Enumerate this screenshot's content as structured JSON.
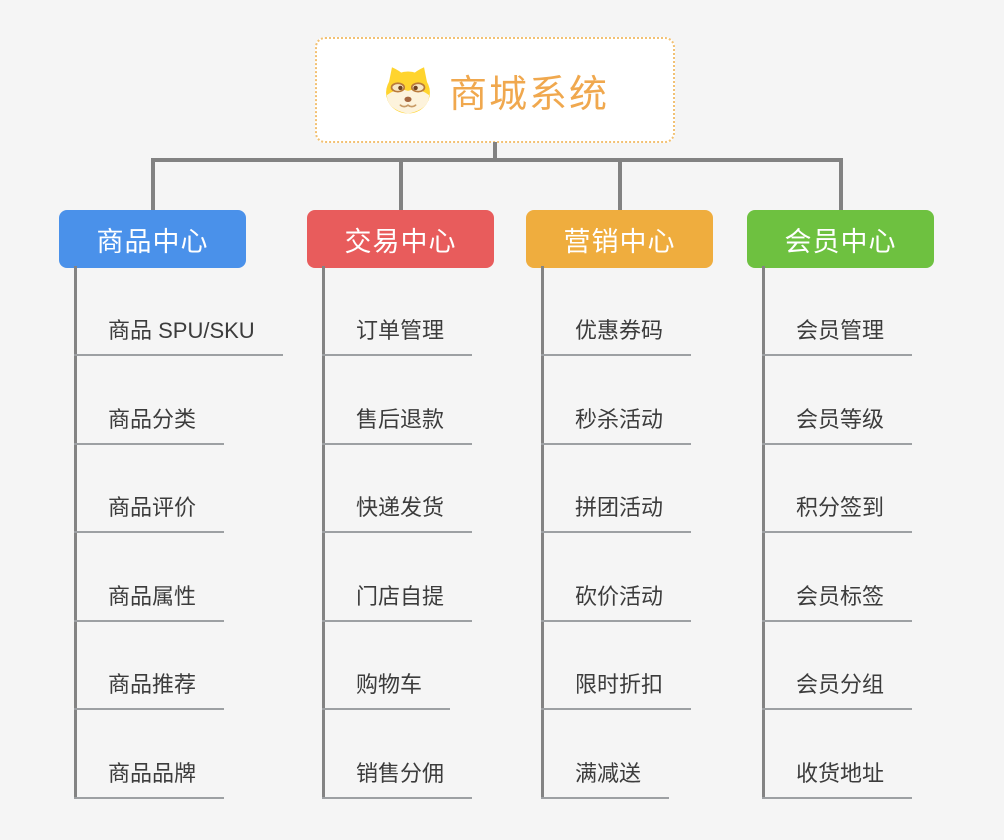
{
  "root": {
    "title": "商城系统",
    "icon": "doge-icon"
  },
  "branches": [
    {
      "id": "product-center",
      "label": "商品中心",
      "color": "#4a91ea",
      "items": [
        "商品 SPU/SKU",
        "商品分类",
        "商品评价",
        "商品属性",
        "商品推荐",
        "商品品牌"
      ]
    },
    {
      "id": "trade-center",
      "label": "交易中心",
      "color": "#e85c5c",
      "items": [
        "订单管理",
        "售后退款",
        "快递发货",
        "门店自提",
        "购物车",
        "销售分佣"
      ]
    },
    {
      "id": "marketing-center",
      "label": "营销中心",
      "color": "#efad3e",
      "items": [
        "优惠券码",
        "秒杀活动",
        "拼团活动",
        "砍价活动",
        "限时折扣",
        "满减送"
      ]
    },
    {
      "id": "member-center",
      "label": "会员中心",
      "color": "#6ec140",
      "items": [
        "会员管理",
        "会员等级",
        "积分签到",
        "会员标签",
        "会员分组",
        "收货地址"
      ]
    }
  ],
  "colors": {
    "background": "#f5f5f5",
    "connector": "#828282",
    "underline": "#9da0a3",
    "leaf_text": "#3c3c3c",
    "root_text": "#f0a84e",
    "root_border": "#f2c173",
    "branch_text": "#ffffff"
  }
}
